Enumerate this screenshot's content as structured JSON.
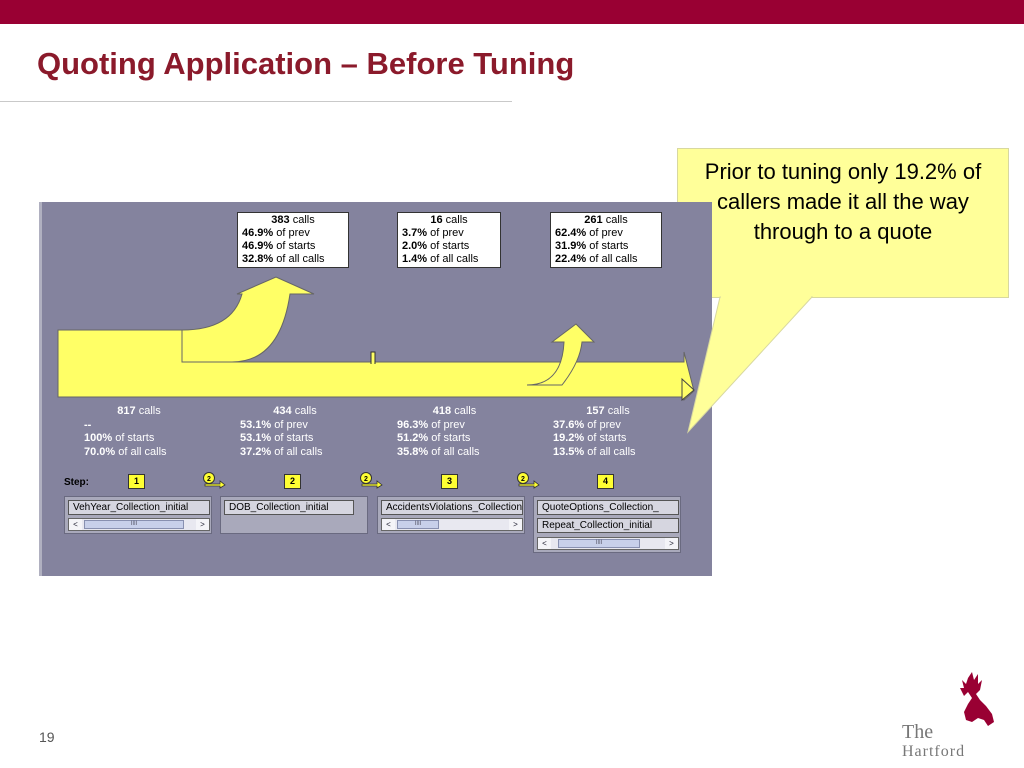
{
  "slide": {
    "title": "Quoting Application – Before Tuning",
    "page_number": "19",
    "callout": "Prior to tuning only 19.2% of callers made it all the way through to a quote",
    "logo_text": [
      "The",
      "Hartford"
    ]
  },
  "exit_stats": [
    {
      "count": "383",
      "rows": [
        [
          "46.9%",
          " of prev"
        ],
        [
          "46.9%",
          " of starts"
        ],
        [
          "32.8%",
          " of all calls"
        ]
      ]
    },
    {
      "count": "16",
      "rows": [
        [
          "3.7%",
          " of prev"
        ],
        [
          "2.0%",
          " of starts"
        ],
        [
          "1.4%",
          " of all calls"
        ]
      ]
    },
    {
      "count": "261",
      "rows": [
        [
          "62.4%",
          " of prev"
        ],
        [
          "31.9%",
          " of starts"
        ],
        [
          "22.4%",
          " of all calls"
        ]
      ]
    }
  ],
  "step_stats": [
    {
      "count": "817",
      "rows": [
        [
          "--",
          ""
        ],
        [
          "100%",
          " of starts"
        ],
        [
          "70.0%",
          " of all calls"
        ]
      ]
    },
    {
      "count": "434",
      "rows": [
        [
          "53.1%",
          " of prev"
        ],
        [
          "53.1%",
          " of starts"
        ],
        [
          "37.2%",
          " of all calls"
        ]
      ]
    },
    {
      "count": "418",
      "rows": [
        [
          "96.3%",
          " of prev"
        ],
        [
          "51.2%",
          " of starts"
        ],
        [
          "35.8%",
          " of all calls"
        ]
      ]
    },
    {
      "count": "157",
      "rows": [
        [
          "37.6%",
          " of prev"
        ],
        [
          "19.2%",
          " of starts"
        ],
        [
          "13.5%",
          " of all calls"
        ]
      ]
    }
  ],
  "calls_word": " calls",
  "steps_label": "Step:",
  "step_numbers": [
    "1",
    "2",
    "3",
    "4"
  ],
  "step_transitions": [
    "2",
    "2",
    "2"
  ],
  "panels": [
    {
      "fields": [
        "VehYear_Collection_initial"
      ]
    },
    {
      "fields": [
        "DOB_Collection_initial"
      ]
    },
    {
      "fields": [
        "AccidentsViolations_Collection"
      ]
    },
    {
      "fields": [
        "QuoteOptions_Collection_",
        "Repeat_Collection_initial"
      ]
    }
  ],
  "scroll_glyphs": {
    "left": "<",
    "right": ">",
    "thumb": "IIII"
  },
  "colors": {
    "brand": "#990033",
    "title": "#8b1a2b",
    "callout_bg": "#ffff99",
    "flow": "#ffff66",
    "app_bg": "#84839e"
  }
}
